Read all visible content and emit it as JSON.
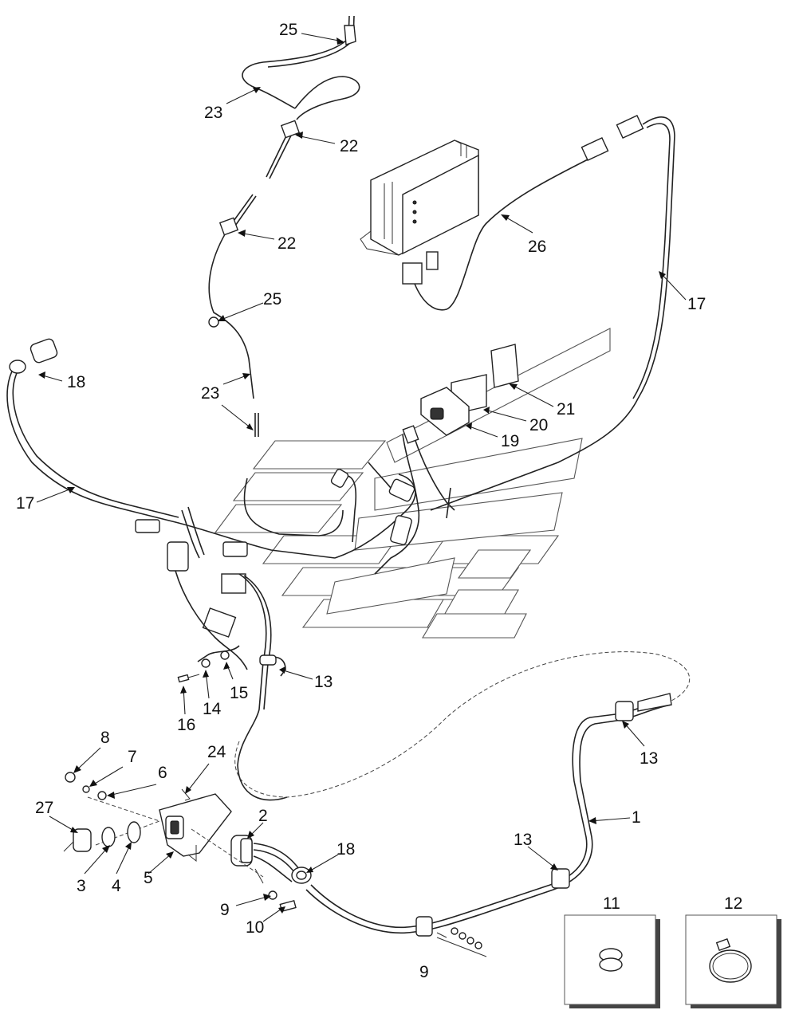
{
  "callouts": [
    {
      "id": "c25a",
      "text": "25"
    },
    {
      "id": "c23a",
      "text": "23"
    },
    {
      "id": "c22a",
      "text": "22"
    },
    {
      "id": "c22b",
      "text": "22"
    },
    {
      "id": "c25b",
      "text": "25"
    },
    {
      "id": "c23b",
      "text": "23"
    },
    {
      "id": "c26",
      "text": "26"
    },
    {
      "id": "c17a",
      "text": "17"
    },
    {
      "id": "c18a",
      "text": "18"
    },
    {
      "id": "c21",
      "text": "21"
    },
    {
      "id": "c20",
      "text": "20"
    },
    {
      "id": "c19",
      "text": "19"
    },
    {
      "id": "c17b",
      "text": "17"
    },
    {
      "id": "c13a",
      "text": "13"
    },
    {
      "id": "c15",
      "text": "15"
    },
    {
      "id": "c14",
      "text": "14"
    },
    {
      "id": "c16",
      "text": "16"
    },
    {
      "id": "c13b",
      "text": "13"
    },
    {
      "id": "c8",
      "text": "8"
    },
    {
      "id": "c7",
      "text": "7"
    },
    {
      "id": "c6",
      "text": "6"
    },
    {
      "id": "c24",
      "text": "24"
    },
    {
      "id": "c27",
      "text": "27"
    },
    {
      "id": "c2",
      "text": "2"
    },
    {
      "id": "c1",
      "text": "1"
    },
    {
      "id": "c18b",
      "text": "18"
    },
    {
      "id": "c13c",
      "text": "13"
    },
    {
      "id": "c3",
      "text": "3"
    },
    {
      "id": "c4",
      "text": "4"
    },
    {
      "id": "c5",
      "text": "5"
    },
    {
      "id": "c9a",
      "text": "9"
    },
    {
      "id": "c10",
      "text": "10"
    },
    {
      "id": "c11",
      "text": "11"
    },
    {
      "id": "c12",
      "text": "12"
    },
    {
      "id": "c9b",
      "text": "9"
    }
  ]
}
